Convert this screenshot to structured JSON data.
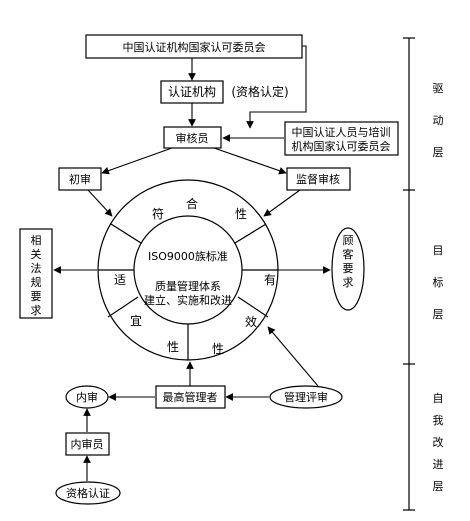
{
  "top_committee": "中国认证机构国家认可委员会",
  "cert_body": "认证机构",
  "qualification_recognition": "(资格认定)",
  "auditor": "审核员",
  "personnel_committee_line1": "中国认证人员与培训",
  "personnel_committee_line2": "机构国家认可委员会",
  "initial_audit": "初审",
  "surveillance_audit": "监督审核",
  "regulations_box": "相关法规要求",
  "customer_box": "顾客要求",
  "standard": "ISO9000族标准",
  "qms_line1": "质量管理体系",
  "qms_line2": "建立、实施和改进",
  "ring_chars": [
    "符",
    "合",
    "性",
    "有",
    "效",
    "性",
    "性",
    "宜",
    "适"
  ],
  "top_management": "最高管理者",
  "management_review": "管理评审",
  "internal_audit": "内审",
  "internal_auditor": "内审员",
  "qualification_cert": "资格认证",
  "layer_drive": "驱动层",
  "layer_goal": "目标层",
  "layer_improve": "自我改进层"
}
